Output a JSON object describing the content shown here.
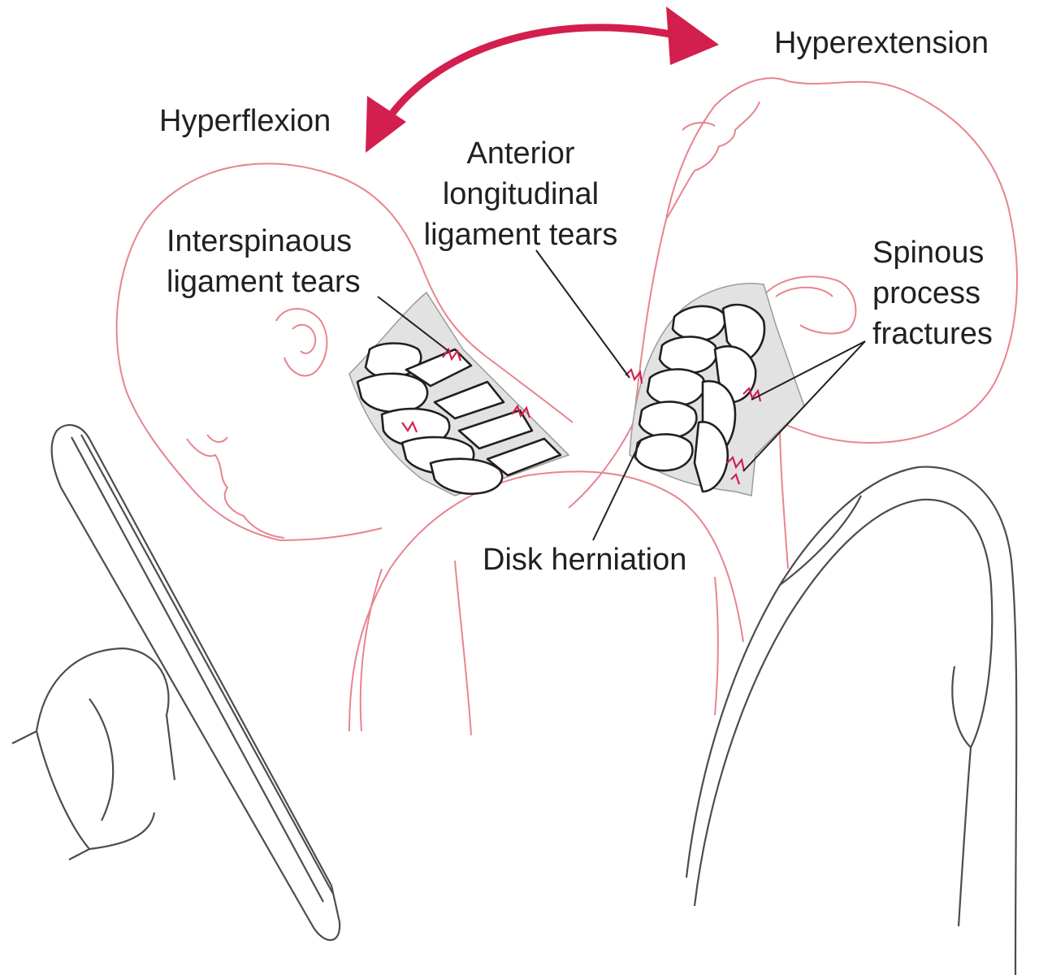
{
  "labels": {
    "hyperflexion": "Hyperflexion",
    "hyperextension": "Hyperextension",
    "interspinous": [
      "Interspinaous",
      "ligament tears"
    ],
    "anterior": [
      "Anterior",
      "longitudinal",
      "ligament tears"
    ],
    "spinous": [
      "Spinous",
      "process",
      "fractures"
    ],
    "disk": "Disk herniation"
  },
  "colors": {
    "arrow": "#d21f4e",
    "figure_outline": "#e8848f",
    "bone": "#231f20",
    "soft_tissue": "#e2e2e2",
    "seat": "#4d4d4d",
    "text": "#231f20"
  },
  "icons": {
    "motion_arrow": "double-headed-curved-arrow",
    "tear_marks": "zigzag-red-marks"
  }
}
